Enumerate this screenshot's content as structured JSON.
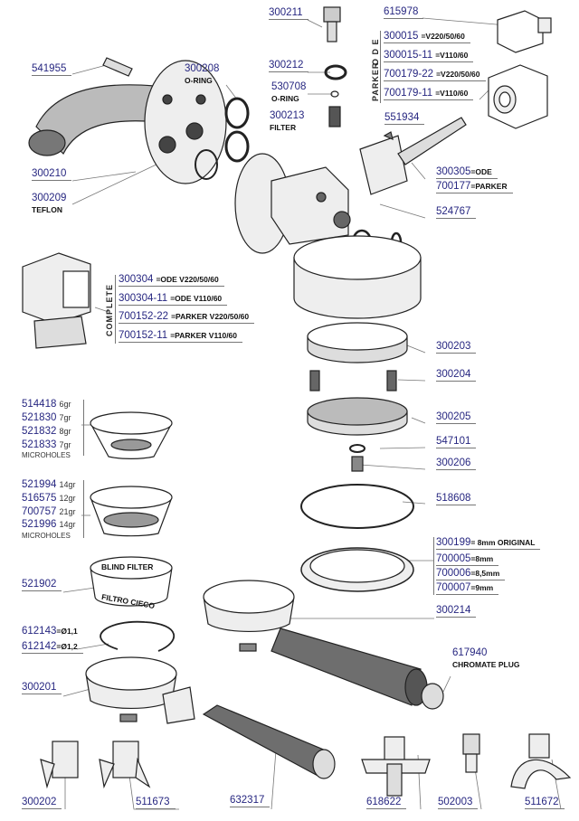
{
  "parts": {
    "p300211": "300211",
    "p615978": "615978",
    "p541955": "541955",
    "p300208": "300208",
    "oring1": "O-RING",
    "p300212": "300212",
    "p530708": "530708",
    "oring2": "O-RING",
    "p300213": "300213",
    "filter": "FILTER",
    "p551934": "551934",
    "p300210": "300210",
    "p300209": "300209",
    "teflon": "TEFLON",
    "p300305": "300305",
    "ode_note": "=ODE",
    "p700177": "700177",
    "parker_note": "=PARKER",
    "p524767": "524767",
    "p300203": "300203",
    "p300204": "300204",
    "p300205": "300205",
    "p547101": "547101",
    "p300206": "300206",
    "p518608": "518608",
    "p521902": "521902",
    "p300214": "300214",
    "p617940": "617940",
    "chromate": "CHROMATE PLUG",
    "p300201": "300201",
    "p300202": "300202",
    "p511673": "511673",
    "p632317": "632317",
    "p618622": "618622",
    "p502003": "502003",
    "p511672": "511672"
  },
  "coil_table": {
    "group_ode": "O D E",
    "group_parker": "PARKER",
    "rows": [
      {
        "num": "300015",
        "note": "=V220/50/60"
      },
      {
        "num": "300015-11",
        "note": "=V110/60"
      },
      {
        "num": "700179-22",
        "note": "=V220/50/60"
      },
      {
        "num": "700179-11",
        "note": "=V110/60"
      }
    ]
  },
  "valve_table": {
    "group": "COMPLETE",
    "rows": [
      {
        "num": "300304",
        "note": "=ODE V220/50/60"
      },
      {
        "num": "300304-11",
        "note": "=ODE V110/60"
      },
      {
        "num": "700152-22",
        "note": "=PARKER V220/50/60"
      },
      {
        "num": "700152-11",
        "note": "=PARKER V110/60"
      }
    ]
  },
  "single_filters": {
    "rows": [
      {
        "num": "514418",
        "note": "6gr"
      },
      {
        "num": "521830",
        "note": "7gr"
      },
      {
        "num": "521832",
        "note": "8gr"
      },
      {
        "num": "521833",
        "note": "7gr"
      }
    ],
    "footer": "MICROHOLES"
  },
  "double_filters": {
    "rows": [
      {
        "num": "521994",
        "note": "14gr"
      },
      {
        "num": "516575",
        "note": "12gr"
      },
      {
        "num": "700757",
        "note": "21gr"
      },
      {
        "num": "521996",
        "note": "14gr"
      }
    ],
    "footer": "MICROHOLES"
  },
  "gaskets": {
    "rows": [
      {
        "num": "300199",
        "note": "= 8mm ORIGINAL"
      },
      {
        "num": "700005",
        "note": "=8mm"
      },
      {
        "num": "700006",
        "note": "=8,5mm"
      },
      {
        "num": "700007",
        "note": "=9mm"
      }
    ]
  },
  "springs": {
    "rows": [
      {
        "num": "612143",
        "note": "=Ø1,1"
      },
      {
        "num": "612142",
        "note": "=Ø1,2"
      }
    ]
  },
  "blind_filter": {
    "top": "BLIND FILTER",
    "bottom": "FILTRO CIECO"
  },
  "colors": {
    "label": "#262680",
    "line": "#777777",
    "handle": "#6e6e6e"
  }
}
